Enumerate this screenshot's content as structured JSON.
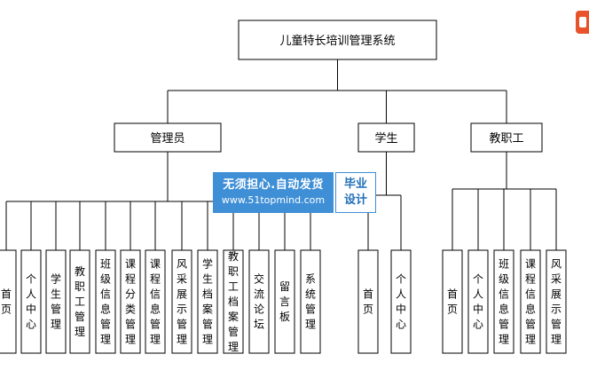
{
  "root": {
    "label": "儿童特长培训管理系统"
  },
  "roles": [
    {
      "label": "管理员",
      "children": [
        "首页",
        "个人中心",
        "学生管理",
        "教职工管理",
        "班级信息管理",
        "课程分类管理",
        "课程信息管理",
        "风采展示管理",
        "学生档案管理",
        "教职工档案管理",
        "交流论坛",
        "留言板",
        "系统管理"
      ]
    },
    {
      "label": "学生",
      "children": [
        "首页",
        "个人中心"
      ]
    },
    {
      "label": "教职工",
      "children": [
        "首页",
        "个人中心",
        "班级信息管理",
        "课程信息管理",
        "风采展示管理"
      ]
    }
  ],
  "watermark": {
    "line1": "无须担心.自动发货",
    "line2": "www.51topmind.com",
    "badge_line1": "毕业",
    "badge_line2": "设计"
  },
  "colors": {
    "line": "#000000",
    "watermark_blue": "#3f8fd6",
    "logo": "#e8532b"
  }
}
